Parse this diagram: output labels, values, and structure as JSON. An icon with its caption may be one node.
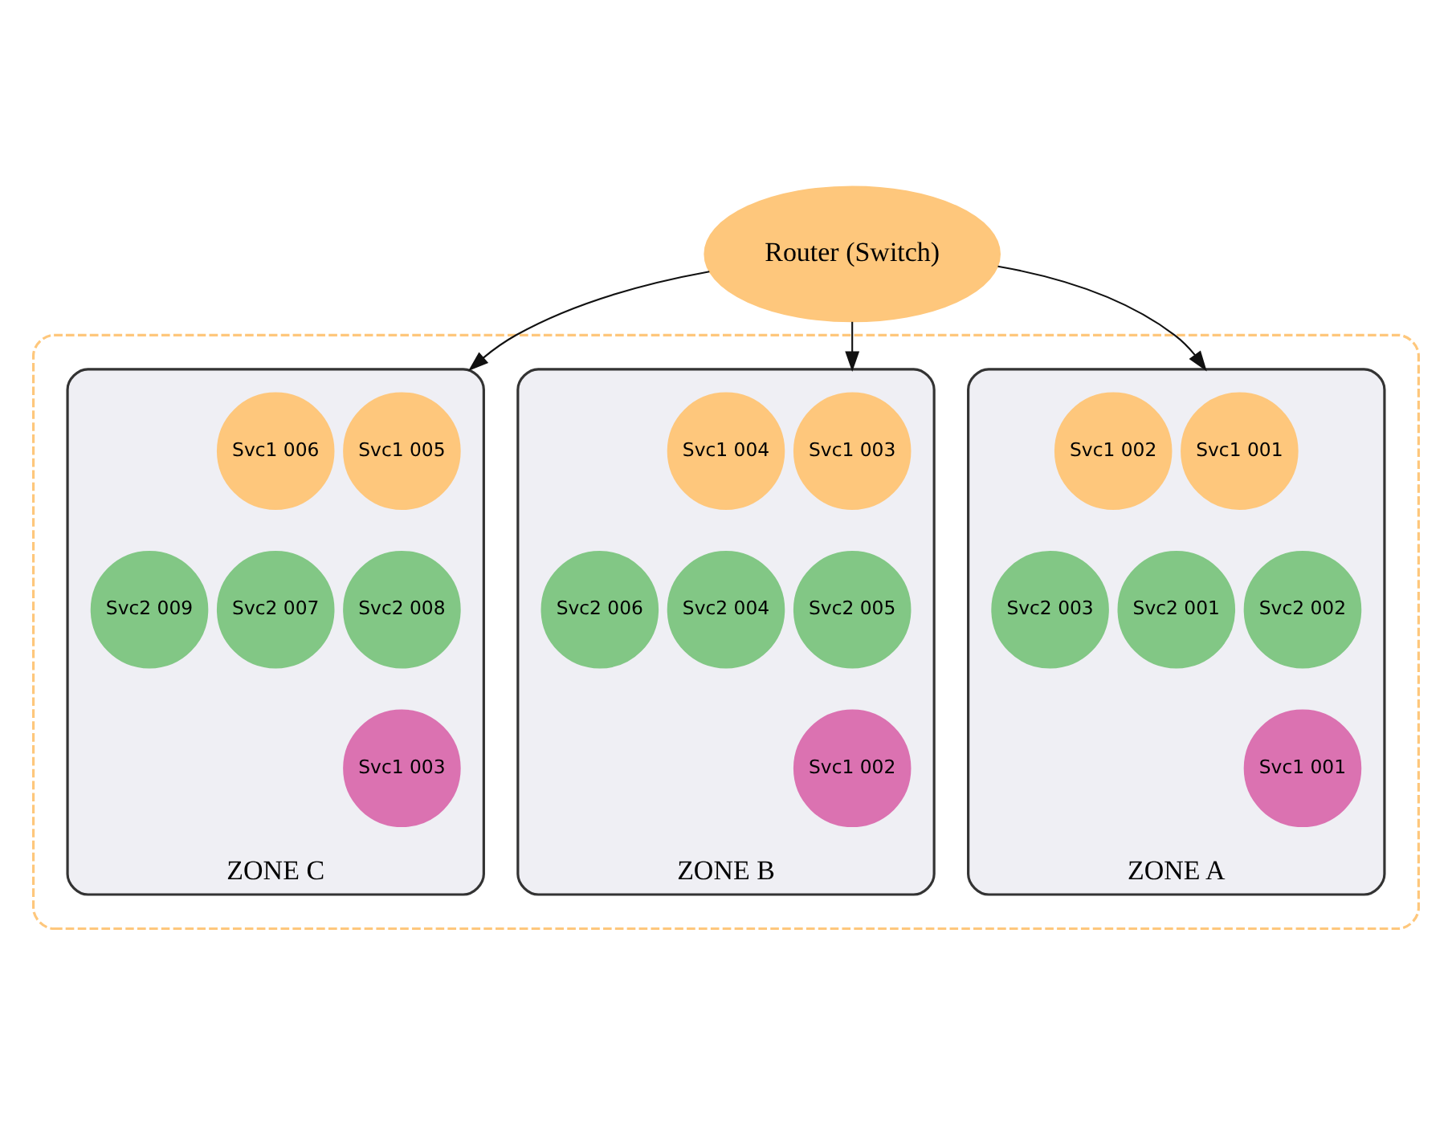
{
  "diagram": {
    "nodes": [
      {
        "text": [
          "Router (Switch)"
        ]
      },
      {
        "text": [],
        "shape": "box"
      },
      {
        "text": [
          "ZONE A"
        ],
        "in": 1
      },
      {
        "text": [
          "Svc1 001"
        ],
        "in": 2
      },
      {
        "text": [
          "Svc1 002"
        ],
        "in": 2
      },
      {
        "text": [
          "Svc2 001"
        ],
        "in": 2
      },
      {
        "text": [
          "Svc2 002"
        ],
        "in": 2
      },
      {
        "text": [
          "Svc2 003"
        ],
        "in": 2
      },
      {
        "text": [
          "Svc1 001"
        ],
        "in": 2
      },
      {
        "text": [
          "ZONE B"
        ],
        "in": 1
      },
      {
        "text": [
          "Svc1 003"
        ],
        "in": 9
      },
      {
        "text": [
          "Svc1 004"
        ],
        "in": 9
      },
      {
        "text": [
          "Svc2 004"
        ],
        "in": 9
      },
      {
        "text": [
          "Svc2 005"
        ],
        "in": 9
      },
      {
        "text": [
          "Svc2 006"
        ],
        "in": 9
      },
      {
        "text": [
          "Svc1 002"
        ],
        "in": 9
      },
      {
        "text": [
          "ZONE C"
        ],
        "in": 1
      },
      {
        "text": [
          "Svc1 005"
        ],
        "in": 16
      },
      {
        "text": [
          "Svc1 006"
        ],
        "in": 16
      },
      {
        "text": [
          "Svc2 007"
        ],
        "in": 16
      },
      {
        "text": [
          "Svc2 008"
        ],
        "in": 16
      },
      {
        "text": [
          "Svc2 009"
        ],
        "in": 16
      },
      {
        "text": [
          "Svc1 003"
        ],
        "in": 16
      }
    ],
    "edges": [
      {
        "from": 0,
        "to": 2,
        "arrow": "to"
      },
      {
        "from": 0,
        "to": 9,
        "arrow": "to"
      },
      {
        "from": 0,
        "to": 16,
        "arrow": "to"
      }
    ]
  }
}
